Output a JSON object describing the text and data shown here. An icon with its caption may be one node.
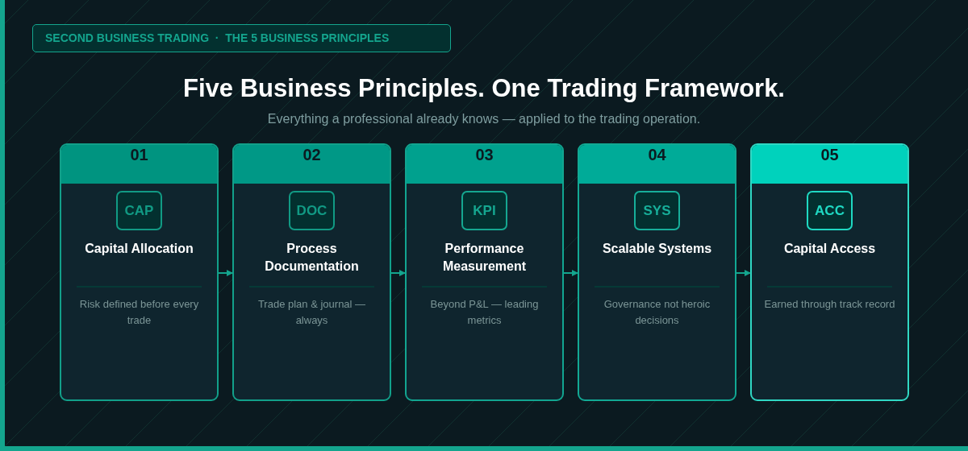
{
  "diagram": {
    "title": "Five Business Principles. One Trading Framework.",
    "caption": "Everything a professional already knows — applied to the trading operation.",
    "nodes": [
      {
        "text": [
          "01",
          "CAP",
          "Capital Allocation",
          "Risk defined before every trade"
        ]
      },
      {
        "text": [
          "02",
          "DOC",
          "Process Documentation",
          "Trade plan & journal — always"
        ]
      },
      {
        "text": [
          "03",
          "KPI",
          "Performance Measurement",
          "Beyond P&L — leading metrics"
        ]
      },
      {
        "text": [
          "04",
          "SYS",
          "Scalable Systems",
          "Governance not heroic decisions"
        ]
      },
      {
        "text": [
          "05",
          "ACC",
          "Capital Access",
          "Earned through track record"
        ]
      }
    ],
    "edges": [
      {
        "from": 0,
        "to": 1,
        "arrow": "to"
      },
      {
        "from": 1,
        "to": 2,
        "arrow": "to"
      },
      {
        "from": 2,
        "to": 3,
        "arrow": "to"
      },
      {
        "from": 3,
        "to": 4,
        "arrow": "to"
      }
    ],
    "labels": [
      "SECOND BUSINESS TRADING  ·  THE 5 BUSINESS PRINCIPLES"
    ]
  }
}
